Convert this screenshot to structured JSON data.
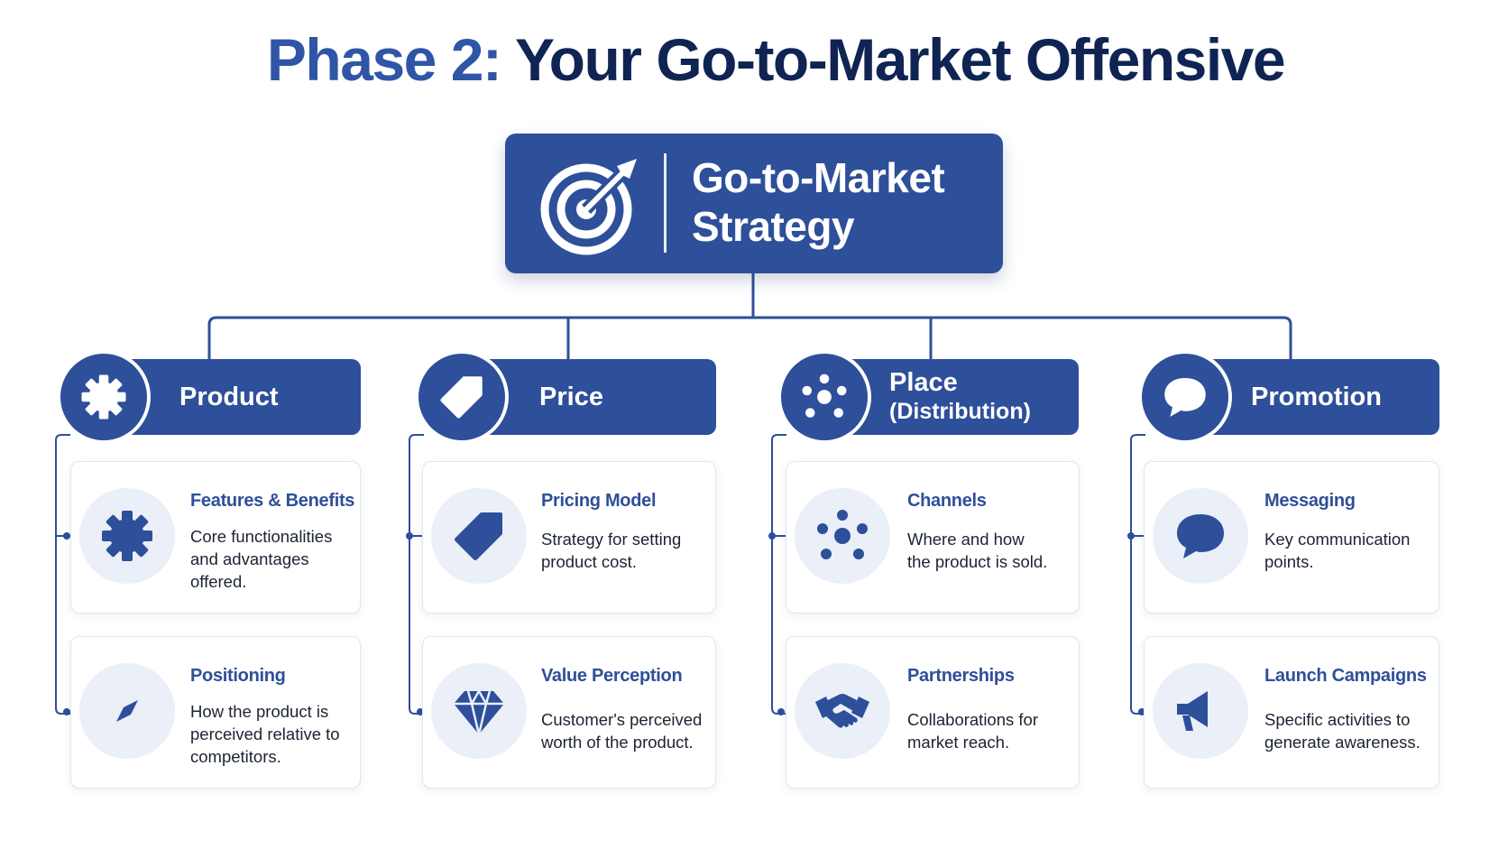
{
  "title": {
    "accent": "Phase 2:",
    "main": "Your Go-to-Market Offensive"
  },
  "root": {
    "title_line1": "Go-to-Market",
    "title_line2": "Strategy",
    "icon": "target-arrow-icon"
  },
  "colors": {
    "primary": "#2e4f9a",
    "title_dark": "#0f2452",
    "title_accent": "#2f55a6",
    "icon_bg": "#eaeff8",
    "card_border": "#dfe5f0"
  },
  "columns": [
    {
      "label": "Product",
      "icon": "gear-icon",
      "cards": [
        {
          "title": "Features & Benefits",
          "desc_lines": [
            "Core functionalities",
            "and advantages",
            "offered."
          ],
          "icon": "gear-icon"
        },
        {
          "title": "Positioning",
          "desc_lines": [
            "How the product is",
            "perceived relative to",
            "competitors."
          ],
          "icon": "compass-icon"
        }
      ]
    },
    {
      "label": "Price",
      "icon": "price-tag-icon",
      "cards": [
        {
          "title": "Pricing Model",
          "desc_lines": [
            "Strategy for setting",
            "product cost."
          ],
          "icon": "price-tag-icon"
        },
        {
          "title": "Value Perception",
          "desc_lines": [
            "Customer's perceived",
            "worth of the product."
          ],
          "icon": "diamond-icon"
        }
      ]
    },
    {
      "label_line1": "Place",
      "label_line2": "(Distribution)",
      "icon": "network-hub-icon",
      "cards": [
        {
          "title": "Channels",
          "desc_lines": [
            "Where and how",
            "the product is sold."
          ],
          "icon": "network-hub-icon"
        },
        {
          "title": "Partnerships",
          "desc_lines": [
            "Collaborations for",
            "market reach."
          ],
          "icon": "handshake-icon"
        }
      ]
    },
    {
      "label": "Promotion",
      "icon": "chat-bubble-icon",
      "cards": [
        {
          "title": "Messaging",
          "desc_lines": [
            "Key communication",
            "points."
          ],
          "icon": "chat-bubble-icon"
        },
        {
          "title": "Launch Campaigns",
          "desc_lines": [
            "Specific activities to",
            "generate awareness."
          ],
          "icon": "megaphone-icon"
        }
      ]
    }
  ]
}
